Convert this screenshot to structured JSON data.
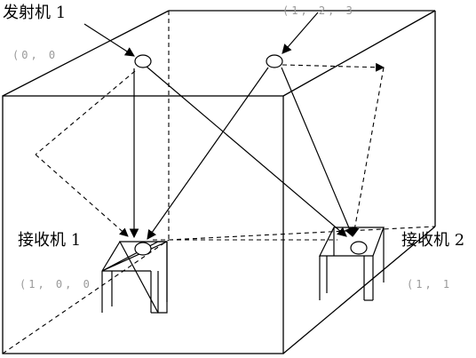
{
  "labels": {
    "transmitter1": "发射机 1",
    "receiver1": "接收机 1",
    "receiver2": "接收机 2"
  },
  "faint_marks": {
    "top_right": "(1, 2, 3",
    "top_left": "(0, 0",
    "bottom_left": "(1, 0, 0",
    "bottom_right": "(1, 1"
  },
  "colors": {
    "stroke": "#000000",
    "background": "#ffffff"
  }
}
